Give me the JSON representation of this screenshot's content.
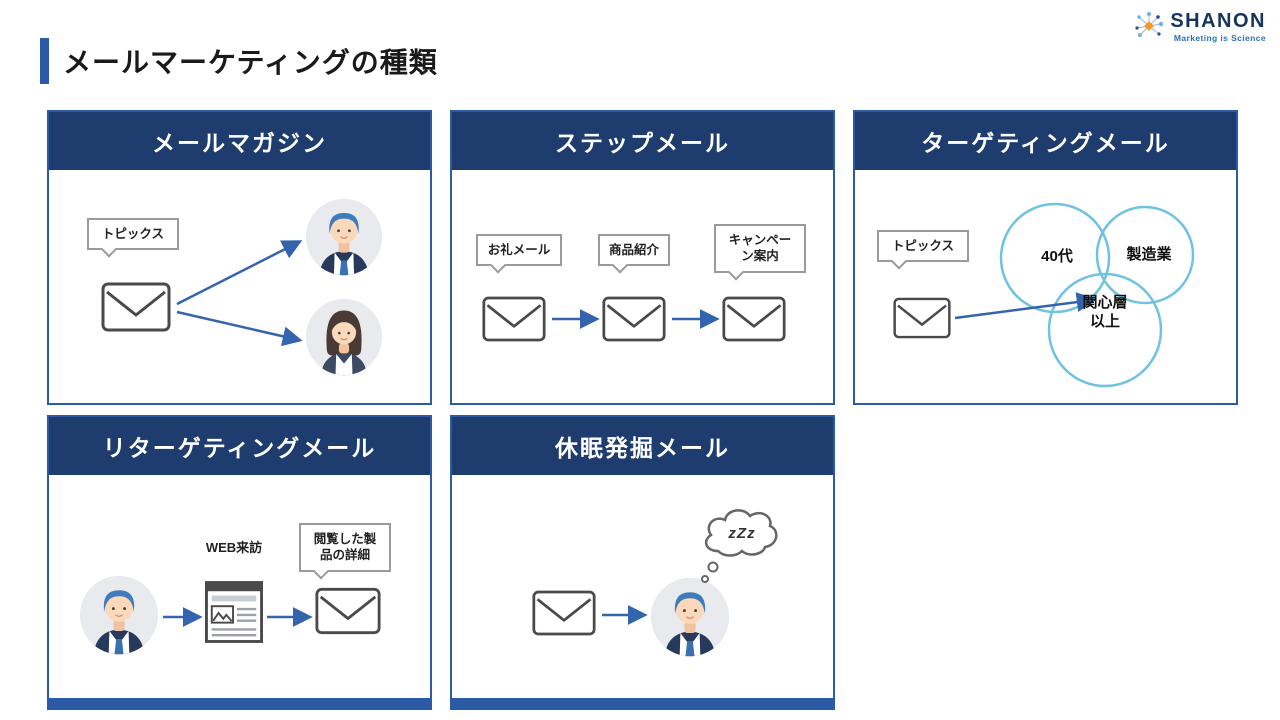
{
  "page_title": "メールマーケティングの種類",
  "logo": {
    "name": "SHANON",
    "tagline": "Marketing is Science"
  },
  "colors": {
    "header_navy": "#1e3c6e",
    "accent_blue": "#2b5aa7",
    "arrow_blue": "#3564ae",
    "venn_blue": "#6fc2e0"
  },
  "cards": [
    {
      "title": "メールマガジン",
      "bubble_label": "トピックス"
    },
    {
      "title": "ステップメール",
      "step_labels": [
        "お礼メール",
        "商品紹介",
        "キャンペーン案内"
      ]
    },
    {
      "title": "ターゲティングメール",
      "bubble_label": "トピックス",
      "venn_labels": [
        "40代",
        "製造業",
        "関心層以上"
      ]
    },
    {
      "title": "リターゲティングメール",
      "visit_label": "WEB来訪",
      "bubble_label": "閲覧した製品の詳細"
    },
    {
      "title": "休眠発掘メール",
      "sleep_label": "zZz"
    }
  ]
}
